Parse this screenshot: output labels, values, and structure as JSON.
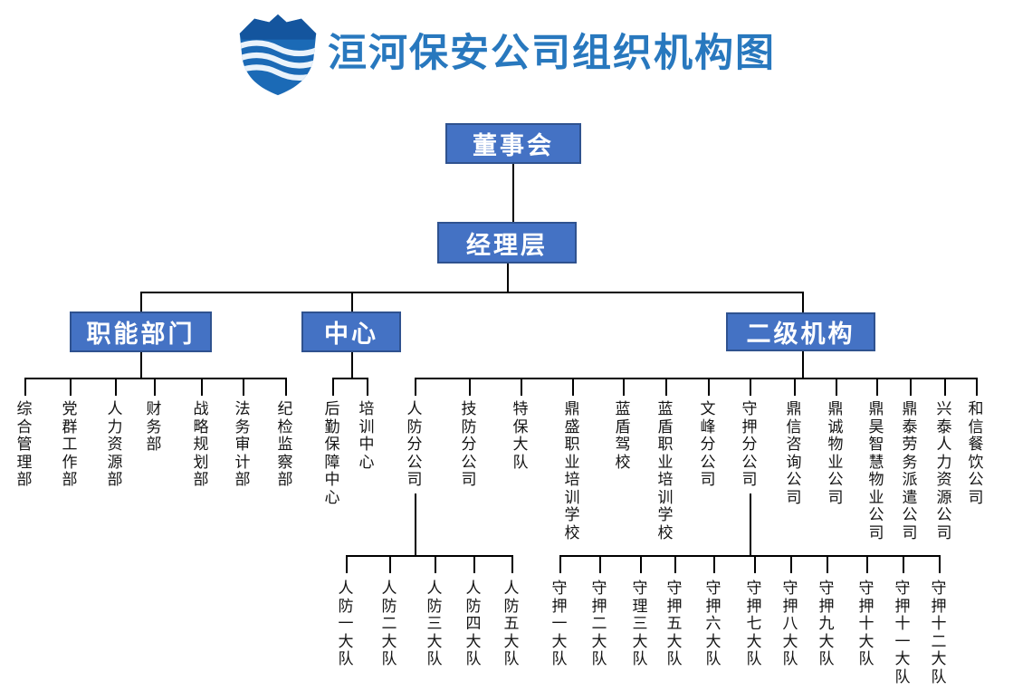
{
  "header": {
    "title": "洹河保安公司组织机构图",
    "logo": "shield-with-waves"
  },
  "palette": {
    "node_fill": "#4472C4",
    "node_border": "#2F528F",
    "node_text": "#FFFFFF",
    "title_blue": "#2878BE",
    "logo_blue": "#1B6AB6",
    "connector": "#000000"
  },
  "nodes": {
    "board": "董事会",
    "management": "经理层",
    "functional": "职能部门",
    "centers": "中心",
    "secondary": "二级机构"
  },
  "functional_departments": [
    "综合管理部",
    "党群工作部",
    "人力资源部",
    "财务部",
    "战略规划部",
    "法务审计部",
    "纪检监察部"
  ],
  "centers_units": [
    "后勤保障中心",
    "培训中心"
  ],
  "secondary_units": [
    "人防分公司",
    "技防分公司",
    "特保大队",
    "鼎盛职业培训学校",
    "蓝盾驾校",
    "蓝盾职业培训学校",
    "文峰分公司",
    "守押分公司",
    "鼎信咨询公司",
    "鼎诚物业公司",
    "鼎昊智慧物业公司",
    "鼎泰劳务派遣公司",
    "兴泰人力资源公司",
    "和信餐饮公司"
  ],
  "renfang_brigades": [
    "人防一大队",
    "人防二大队",
    "人防三大队",
    "人防四大队",
    "人防五大队"
  ],
  "shouya_brigades": [
    "守押一大队",
    "守押二大队",
    "守理三大队",
    "守押五大队",
    "守押六大队",
    "守押七大队",
    "守押八大队",
    "守押九大队",
    "守押十大队",
    "守押十一大队",
    "守押十二大队"
  ]
}
